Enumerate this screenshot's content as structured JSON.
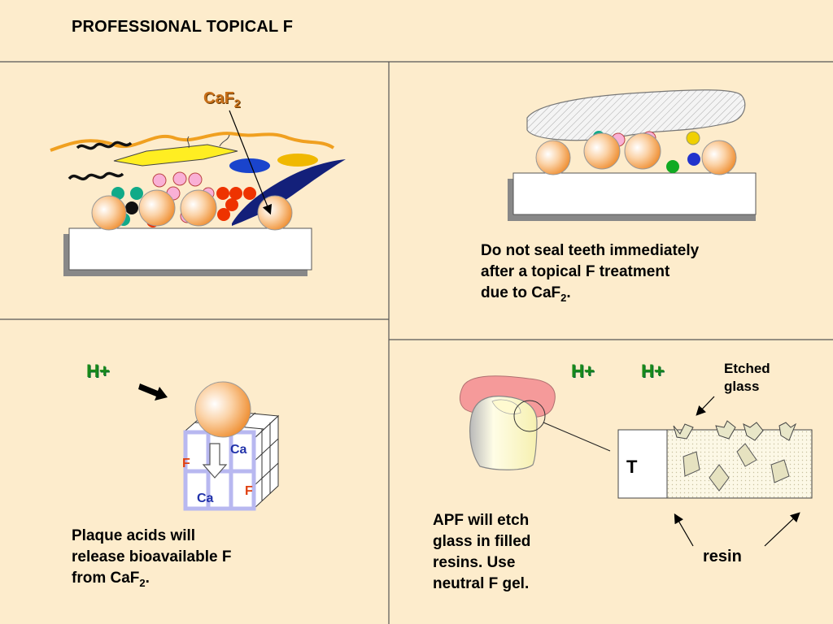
{
  "title": "PROFESSIONAL TOPICAL F",
  "panel_tl": {
    "label_base": "CaF",
    "label_sub": "2"
  },
  "panel_tr": {
    "line1": "Do not seal teeth immediately",
    "line2": "after a topical F treatment",
    "line3_pre": "due to CaF",
    "line3_sub": "2",
    "line3_post": "."
  },
  "panel_bl": {
    "hplus": "H+",
    "ion_ca_1": "Ca",
    "ion_ca_2": "Ca",
    "ion_f_1": "F",
    "ion_f_2": "F",
    "line1": "Plaque acids will",
    "line2": "release bioavailable F",
    "line3_pre": "from CaF",
    "line3_sub": "2",
    "line3_post": "."
  },
  "panel_br": {
    "hplus_1": "H+",
    "hplus_2": "H+",
    "etched_line1": "Etched",
    "etched_line2": "glass",
    "tooth_label": "T",
    "resin_label": "resin",
    "line1": "APF will etch",
    "line2": "glass in filled",
    "line3": "resins. Use",
    "line4": "neutral F gel."
  },
  "colors": {
    "background": "#fdeccc",
    "hplus_green": "#1a8a1a",
    "caf2_orange": "#c8701a",
    "calcium_blue": "#2233aa",
    "fluoride_red": "#e04010"
  }
}
